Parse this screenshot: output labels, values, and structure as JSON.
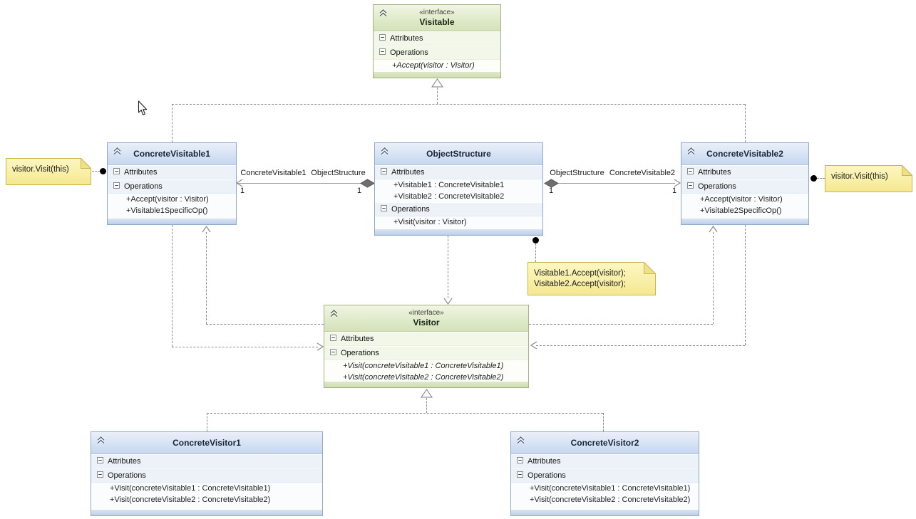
{
  "labels": {
    "attributes": "Attributes",
    "operations": "Operations"
  },
  "classes": {
    "visitable": {
      "stereotype": "«interface»",
      "title": "Visitable",
      "op1": "+Accept(visitor : Visitor)"
    },
    "concreteVisitable1": {
      "title": "ConcreteVisitable1",
      "op1": "+Accept(visitor : Visitor)",
      "op2": "+Visitable1SpecificOp()"
    },
    "objectStructure": {
      "title": "ObjectStructure",
      "attr1": "+Visitable1 : ConcreteVisitable1",
      "attr2": "+Visitable2 : ConcreteVisitable2",
      "op1": "+Visit(visitor : Visitor)"
    },
    "concreteVisitable2": {
      "title": "ConcreteVisitable2",
      "op1": "+Accept(visitor : Visitor)",
      "op2": "+Visitable2SpecificOp()"
    },
    "visitor": {
      "stereotype": "«interface»",
      "title": "Visitor",
      "op1": "+Visit(concreteVisitable1 : ConcreteVisitable1)",
      "op2": "+Visit(concreteVisitable2 : ConcreteVisitable2)"
    },
    "concreteVisitor1": {
      "title": "ConcreteVisitor1",
      "op1": "+Visit(concreteVisitable1 : ConcreteVisitable1)",
      "op2": "+Visit(concreteVisitable2 : ConcreteVisitable2)"
    },
    "concreteVisitor2": {
      "title": "ConcreteVisitor2",
      "op1": "+Visit(concreteVisitable1 : ConcreteVisitable1)",
      "op2": "+Visit(concreteVisitable2 : ConcreteVisitable2)"
    }
  },
  "notes": {
    "left": {
      "text": "visitor.Visit(this)"
    },
    "right": {
      "text": "visitor.Visit(this)"
    },
    "center": {
      "line1": "Visitable1.Accept(visitor);",
      "line2": "Visitable2.Accept(visitor);"
    }
  },
  "associations": {
    "left": {
      "role_left": "ConcreteVisitable1",
      "role_right": "ObjectStructure",
      "mult_left": "1",
      "mult_right": "1"
    },
    "right": {
      "role_left": "ObjectStructure",
      "role_right": "ConcreteVisitable2",
      "mult_left": "1",
      "mult_right": "1"
    }
  },
  "colors": {
    "class_header": "#C6D7EF",
    "class_border": "#8FA8CB",
    "interface_header": "#D4E2B8",
    "interface_border": "#A3B484",
    "note_fill": "#F9F1A8",
    "note_border": "#C9B64F",
    "connector": "#8C8C8C",
    "diamond": "#6F6F6F"
  }
}
